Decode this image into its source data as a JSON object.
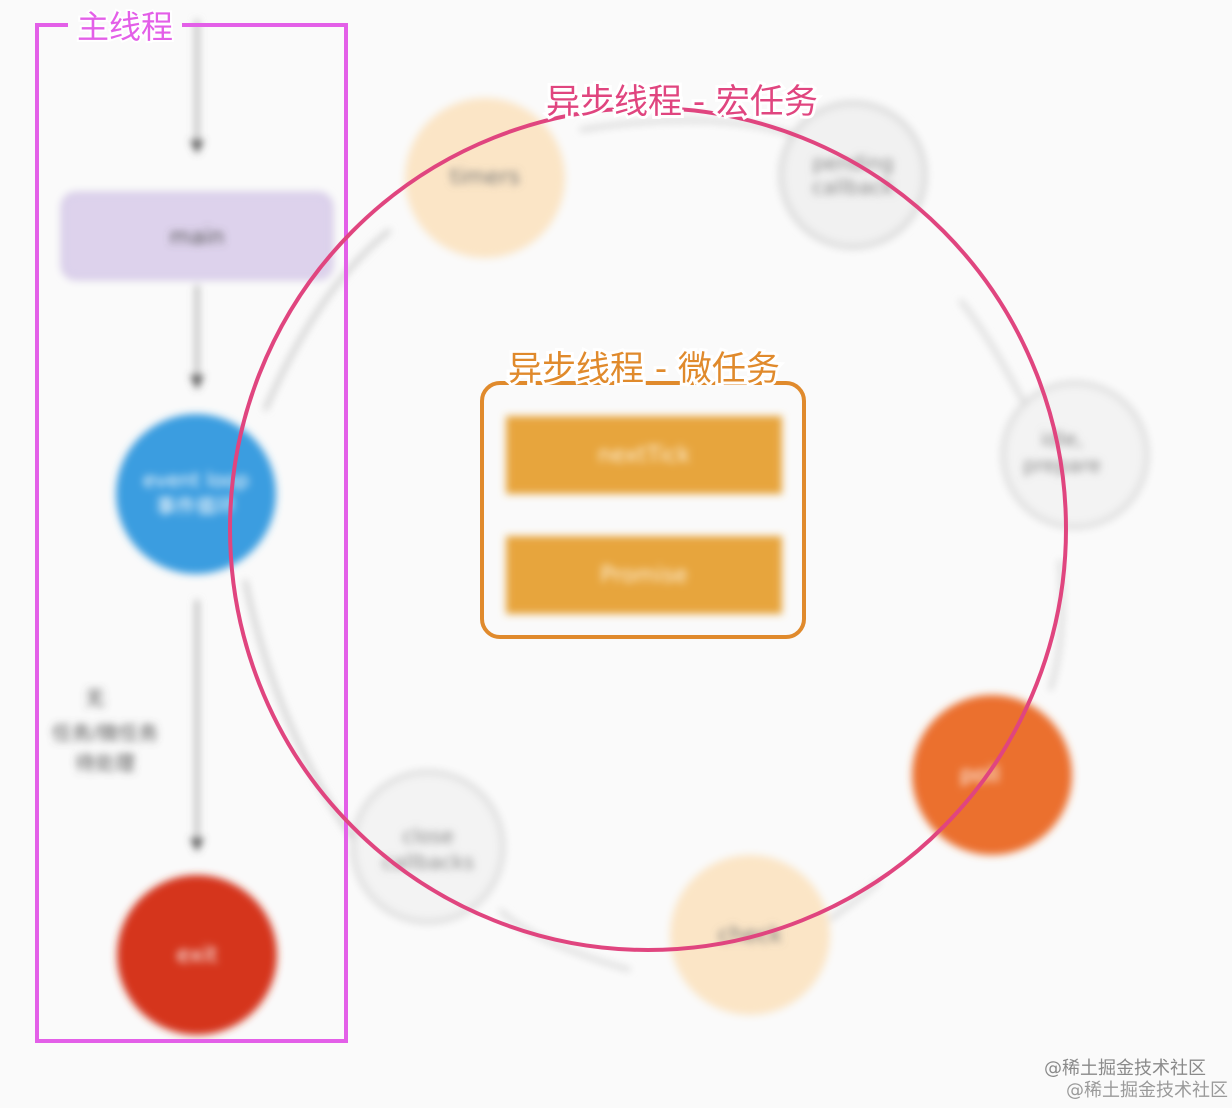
{
  "main_thread": {
    "title": "主线程",
    "main_box": "main",
    "event_loop": [
      "event loop",
      "事件循环"
    ],
    "side_note": [
      "无",
      "任务/微任务",
      "待处理"
    ],
    "exit_node": "exit",
    "frame_color": "#e35fe8"
  },
  "macro_tasks": {
    "title": "异步线程 - 宏任务",
    "nodes": {
      "timers": "timers",
      "pending": [
        "pending",
        "callback"
      ],
      "idle": [
        "idle,",
        "prepare"
      ],
      "poll": "poll",
      "check": "check",
      "close": [
        "close",
        "callbacks"
      ]
    },
    "ring_color": "#e0457f"
  },
  "micro_tasks": {
    "title": "异步线程 - 微任务",
    "items": [
      "nextTick",
      "Promise"
    ],
    "frame_color": "#e08a2c"
  },
  "watermark": "@稀土掘金技术社区"
}
